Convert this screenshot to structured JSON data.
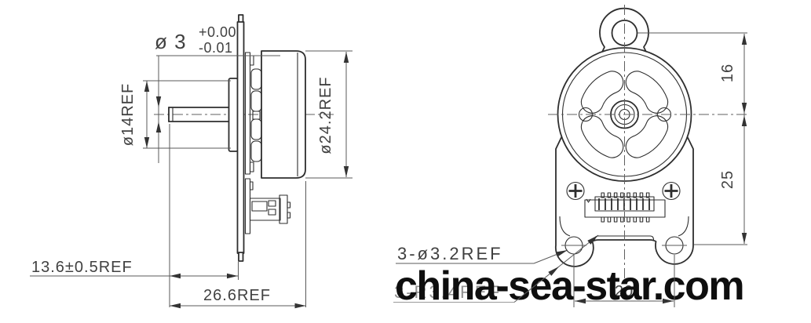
{
  "watermark": {
    "text": "china-sea-star.com",
    "color": "#0e0e0e"
  },
  "left_view": {
    "shaft_dia": {
      "value": "ø 3",
      "tol_upper": "+0.00",
      "tol_lower": "-0.01"
    },
    "hub_dia": "ø14REF",
    "body_dia": "ø24.2REF",
    "shaft_length": "13.6±0.5REF",
    "overall_length": "26.6REF"
  },
  "right_view": {
    "top_hole_offset": "16",
    "bottom_hole_offset": "25",
    "bottom_hole_spacing": "20",
    "mounting_holes_label": "3-ø3.2REF",
    "corner_radius_label": "3-R3.4REF"
  },
  "colors": {
    "outline": "#2e2e2e",
    "dimension": "#5a5a5a",
    "text": "#414141",
    "muted_label": "#909090"
  }
}
